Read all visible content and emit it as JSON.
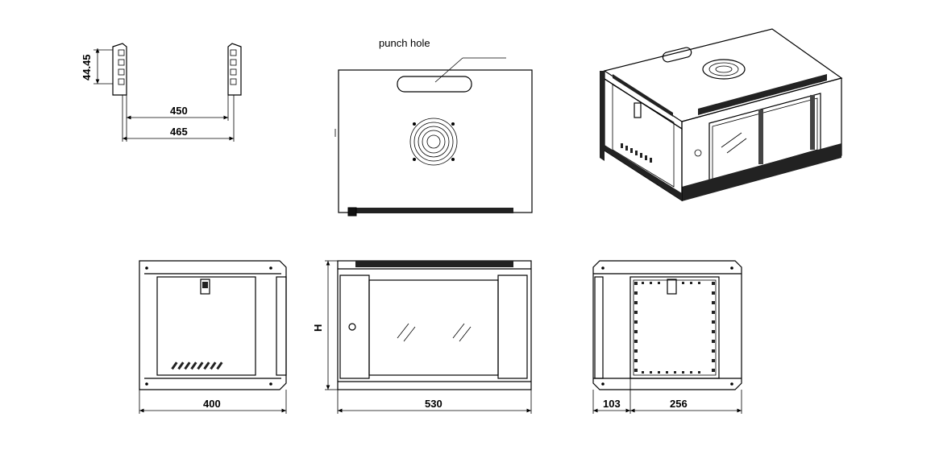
{
  "labels": {
    "punch_hole": "punch hole",
    "rail_pitch": "44.45",
    "rail_inner": "450",
    "rail_outer": "465",
    "side_depth": "400",
    "front_width": "530",
    "height_symbol": "H",
    "rear_offset": "103",
    "rear_width": "256"
  }
}
